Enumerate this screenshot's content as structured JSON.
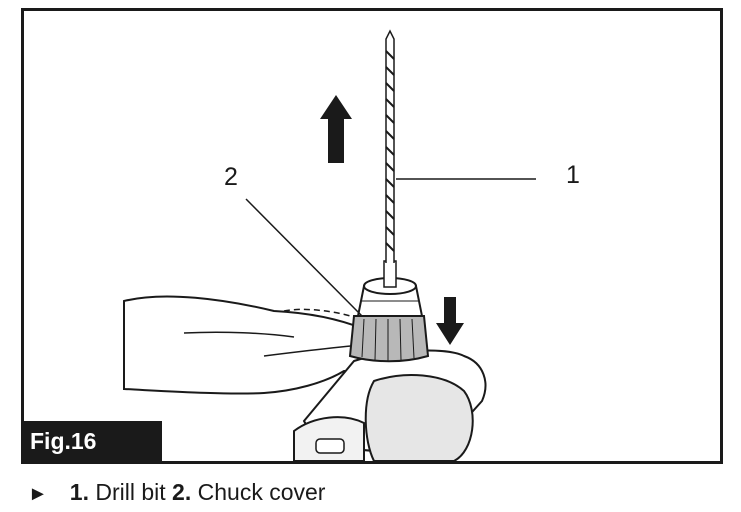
{
  "figure": {
    "label": "Fig.16",
    "callouts": [
      {
        "number": "1",
        "part": "Drill bit"
      },
      {
        "number": "2",
        "part": "Chuck cover"
      }
    ]
  },
  "caption": {
    "marker": "►",
    "item1_number": "1.",
    "item1_text": " Drill bit ",
    "item2_number": "2.",
    "item2_text": " Chuck cover"
  },
  "colors": {
    "ink": "#1a1a1a",
    "paper": "#ffffff",
    "chuck_grey": "#b8b8b8"
  }
}
